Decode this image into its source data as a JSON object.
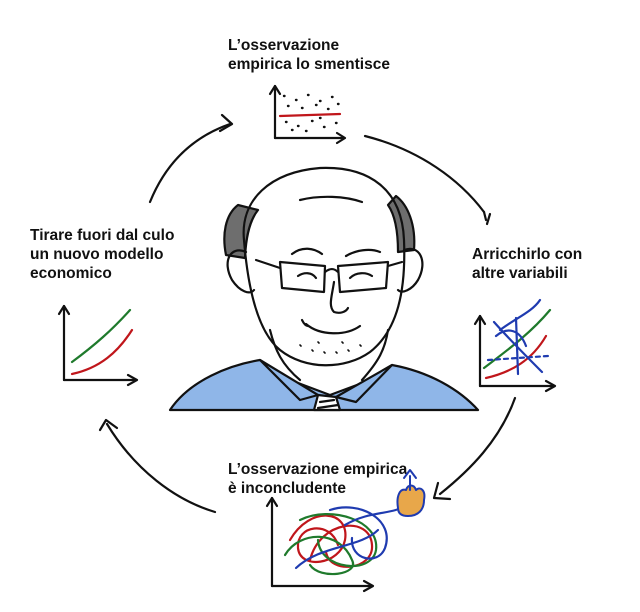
{
  "colors": {
    "ink": "#111111",
    "shirt": "#8fb6e8",
    "hair": "#6e6e6e",
    "red": "#c0161b",
    "green": "#1f7a2c",
    "blue": "#1f3bb0"
  },
  "steps": [
    {
      "id": "top",
      "lines": [
        "L’osservazione",
        "empirica lo smentisce"
      ]
    },
    {
      "id": "right",
      "lines": [
        "Arricchirlo con",
        "altre variabili"
      ]
    },
    {
      "id": "bottom",
      "lines": [
        "L’osservazione empirica",
        "è inconcludente"
      ]
    },
    {
      "id": "left",
      "lines": [
        "Tirare fuori dal culo",
        "un nuovo modello",
        "economico"
      ]
    }
  ]
}
